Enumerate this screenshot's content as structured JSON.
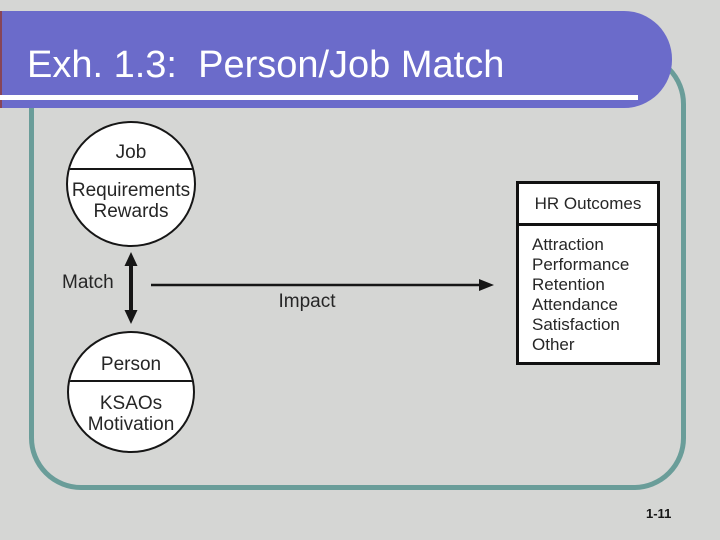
{
  "slide": {
    "title": "Exh. 1.3:  Person/Job Match",
    "page_number": "1-11"
  },
  "diagram": {
    "job_circle": {
      "title": "Job",
      "lines": [
        "Requirements",
        "Rewards"
      ]
    },
    "person_circle": {
      "title": "Person",
      "lines": [
        "KSAOs",
        "Motivation"
      ]
    },
    "match_label": "Match",
    "impact_label": "Impact",
    "hr_outcomes": {
      "header": "HR Outcomes",
      "items": [
        "Attraction",
        "Performance",
        "Retention",
        "Attendance",
        "Satisfaction",
        "Other"
      ]
    }
  },
  "colors": {
    "title_bar": "#6b6bca",
    "frame_border": "#6a9d99",
    "background": "#d5d6d4",
    "title_text": "#ffffff",
    "diagram_text": "#262626",
    "arrow": "#161616"
  }
}
